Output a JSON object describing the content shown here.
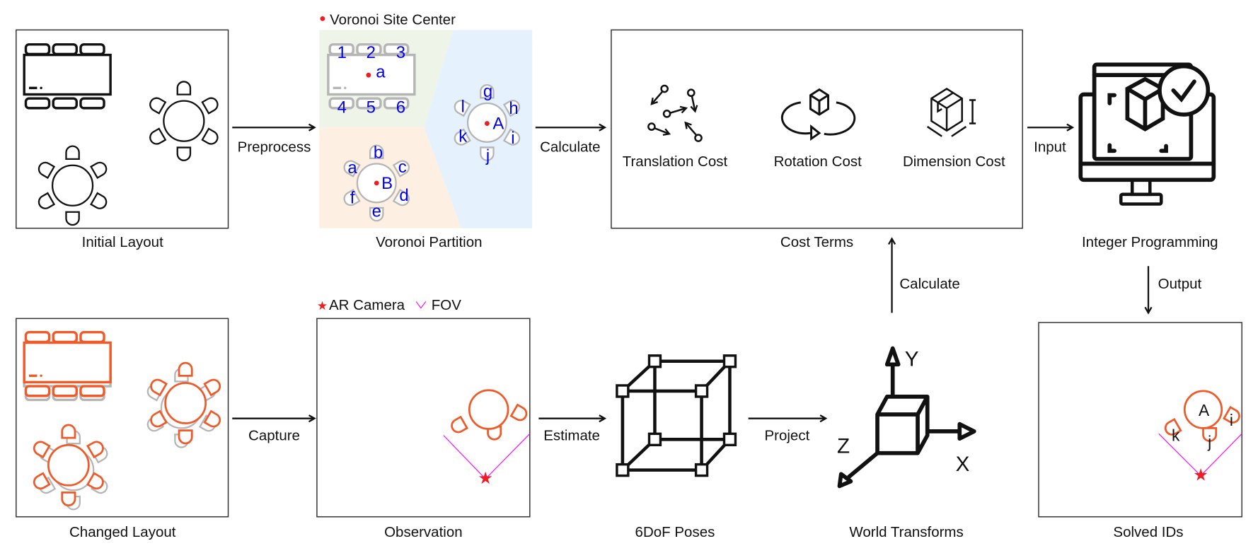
{
  "colors": {
    "orange": "#f05a28",
    "gray": "#b5b5b5",
    "site": "#ee1c24",
    "fov": "#ff00ff",
    "id_label": "#0000ee",
    "region_green": "#eef5e8",
    "region_orange": "#fdf0e3",
    "region_blue": "#e5f1fc"
  },
  "panels": {
    "initial_layout": "Initial Layout",
    "voronoi_partition": "Voronoi Partition",
    "cost_terms": "Cost Terms",
    "integer_programming": "Integer Programming",
    "changed_layout": "Changed Layout",
    "observation": "Observation",
    "poses": "6DoF Poses",
    "world_transforms": "World Transforms",
    "solved_ids": "Solved IDs"
  },
  "arrows": {
    "preprocess": "Preprocess",
    "calculate_top": "Calculate",
    "input": "Input",
    "output": "Output",
    "calculate_up": "Calculate",
    "capture": "Capture",
    "estimate": "Estimate",
    "project": "Project"
  },
  "legends": {
    "site_center": "Voronoi Site Center",
    "ar_camera": "AR Camera",
    "fov": "FOV"
  },
  "cost_terms": [
    {
      "label": "Translation Cost",
      "icon": "translation-icon"
    },
    {
      "label": "Rotation Cost",
      "icon": "rotation-icon"
    },
    {
      "label": "Dimension Cost",
      "icon": "dimension-icon"
    }
  ],
  "voronoi": {
    "rect_site": "a",
    "rect_chairs": [
      "1",
      "2",
      "3",
      "4",
      "5",
      "6"
    ],
    "site_A": "A",
    "site_A_chairs": [
      "g",
      "h",
      "i",
      "j",
      "k",
      "l"
    ],
    "site_B": "B",
    "site_B_chairs": [
      "b",
      "c",
      "d",
      "e",
      "f",
      "a"
    ]
  },
  "axes": {
    "x": "X",
    "y": "Y",
    "z": "Z"
  },
  "solved": {
    "table": "A",
    "chairs": [
      "k",
      "j",
      "i"
    ]
  }
}
